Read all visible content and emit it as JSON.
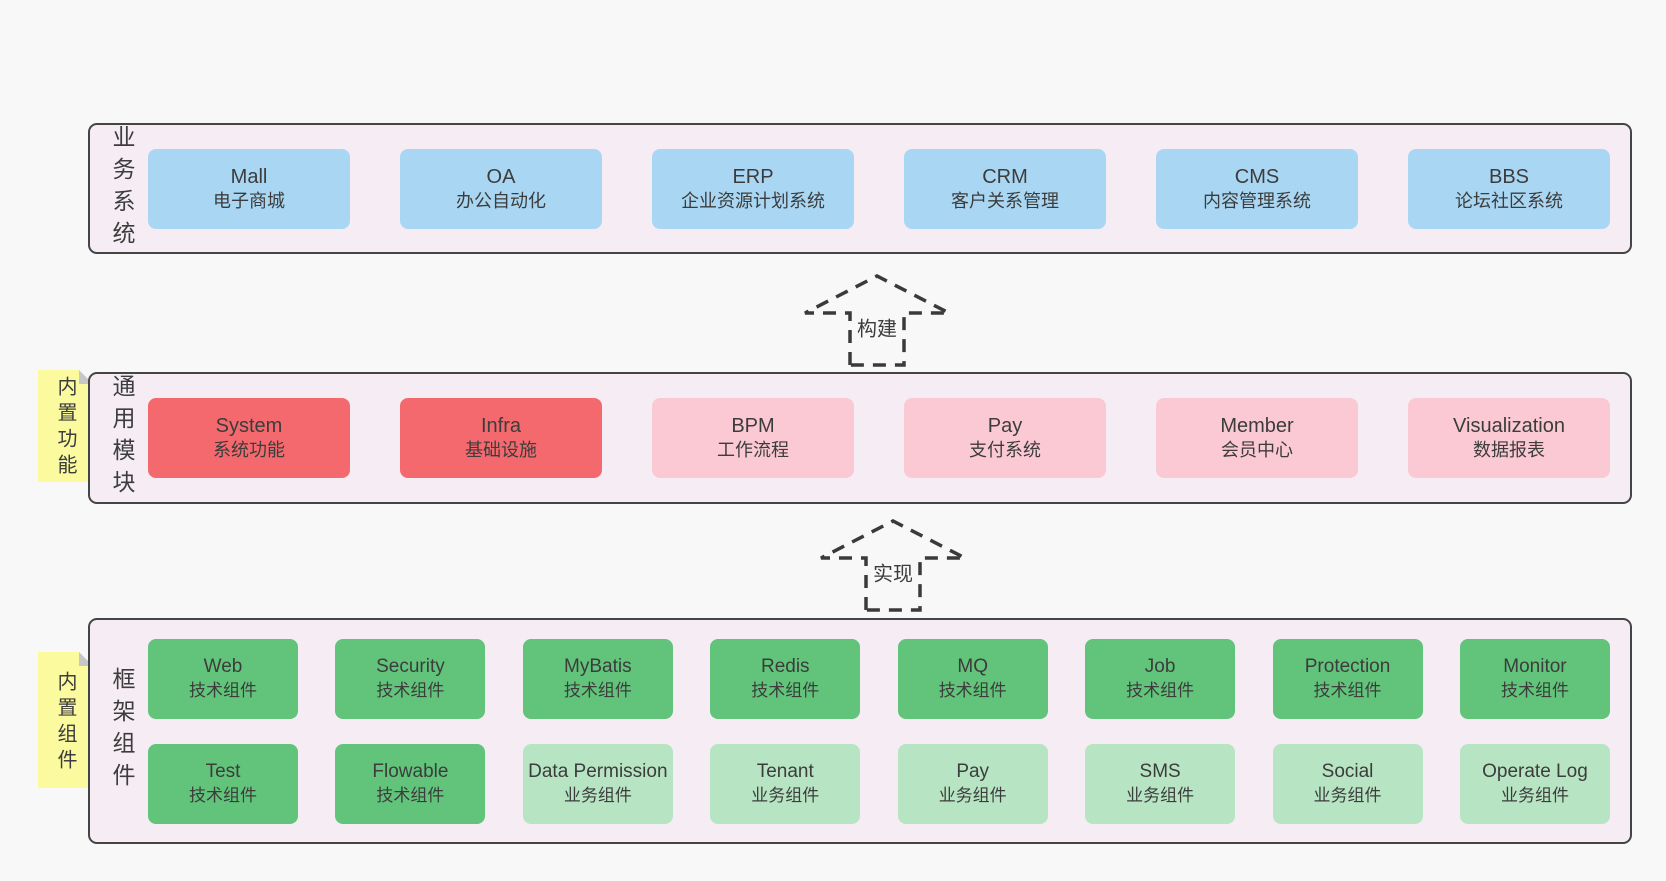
{
  "colors": {
    "blue": "#a9d7f3",
    "red": "#f4696d",
    "pink": "#fbc9d4",
    "green": "#61c47a",
    "light-green": "#b7e5c3",
    "yellow-note": "#fbfa9e",
    "layer-bg": "#f6edf4",
    "layer-border": "#454545",
    "text": "#3c3c3c"
  },
  "layers": [
    {
      "id": "business-systems",
      "side_label": "业务系统",
      "boxes": [
        {
          "name": "Mall",
          "desc": "电子商城",
          "variant": "blue"
        },
        {
          "name": "OA",
          "desc": "办公自动化",
          "variant": "blue"
        },
        {
          "name": "ERP",
          "desc": "企业资源计划系统",
          "variant": "blue"
        },
        {
          "name": "CRM",
          "desc": "客户关系管理",
          "variant": "blue"
        },
        {
          "name": "CMS",
          "desc": "内容管理系统",
          "variant": "blue"
        },
        {
          "name": "BBS",
          "desc": "论坛社区系统",
          "variant": "blue"
        }
      ]
    },
    {
      "id": "common-modules",
      "side_label": "通用模块",
      "sticky_note": "内置功能",
      "boxes": [
        {
          "name": "System",
          "desc": "系统功能",
          "variant": "red"
        },
        {
          "name": "Infra",
          "desc": "基础设施",
          "variant": "red"
        },
        {
          "name": "BPM",
          "desc": "工作流程",
          "variant": "pink"
        },
        {
          "name": "Pay",
          "desc": "支付系统",
          "variant": "pink"
        },
        {
          "name": "Member",
          "desc": "会员中心",
          "variant": "pink"
        },
        {
          "name": "Visualization",
          "desc": "数据报表",
          "variant": "pink"
        }
      ]
    },
    {
      "id": "framework-components",
      "side_label": "框架组件",
      "sticky_note": "内置组件",
      "rows": [
        [
          {
            "name": "Web",
            "desc": "技术组件",
            "variant": "green"
          },
          {
            "name": "Security",
            "desc": "技术组件",
            "variant": "green"
          },
          {
            "name": "MyBatis",
            "desc": "技术组件",
            "variant": "green"
          },
          {
            "name": "Redis",
            "desc": "技术组件",
            "variant": "green"
          },
          {
            "name": "MQ",
            "desc": "技术组件",
            "variant": "green"
          },
          {
            "name": "Job",
            "desc": "技术组件",
            "variant": "green"
          },
          {
            "name": "Protection",
            "desc": "技术组件",
            "variant": "green"
          },
          {
            "name": "Monitor",
            "desc": "技术组件",
            "variant": "green"
          }
        ],
        [
          {
            "name": "Test",
            "desc": "技术组件",
            "variant": "green"
          },
          {
            "name": "Flowable",
            "desc": "技术组件",
            "variant": "green"
          },
          {
            "name": "Data Permission",
            "desc": "业务组件",
            "variant": "light-green"
          },
          {
            "name": "Tenant",
            "desc": "业务组件",
            "variant": "light-green"
          },
          {
            "name": "Pay",
            "desc": "业务组件",
            "variant": "light-green"
          },
          {
            "name": "SMS",
            "desc": "业务组件",
            "variant": "light-green"
          },
          {
            "name": "Social",
            "desc": "业务组件",
            "variant": "light-green"
          },
          {
            "name": "Operate Log",
            "desc": "业务组件",
            "variant": "light-green"
          }
        ]
      ]
    }
  ],
  "arrows": [
    {
      "label": "构建"
    },
    {
      "label": "实现"
    }
  ]
}
